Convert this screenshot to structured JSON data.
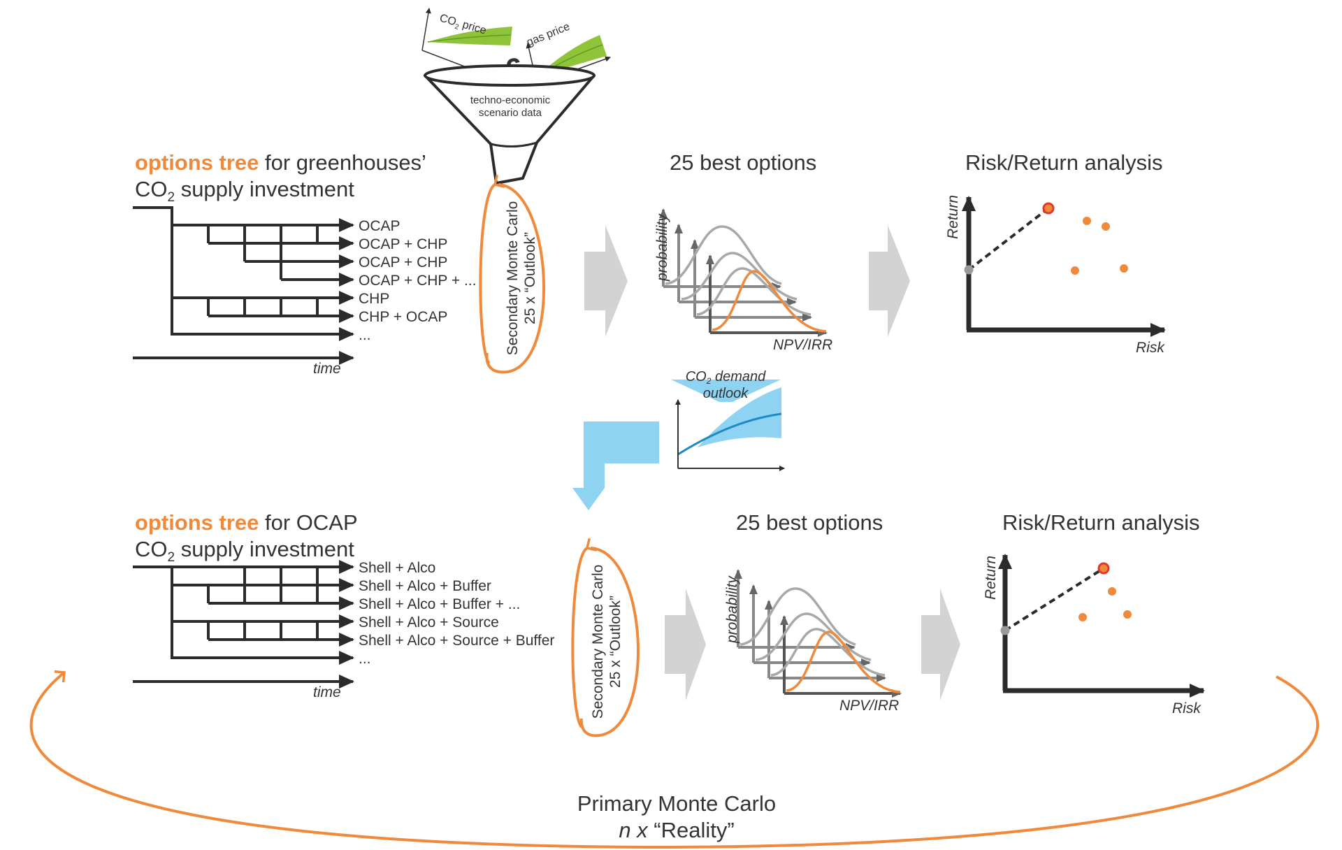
{
  "funnel": {
    "co2_price": "CO",
    "co2_price_sub": "2",
    "co2_price_tail": " price",
    "gas_price": "gas price",
    "euro": "€",
    "label_line1": "techno-economic",
    "label_line2": "scenario data"
  },
  "top": {
    "tree_title_accent": "options tree",
    "tree_title_rest": " for greenhouses’",
    "tree_title_line2_a": "CO",
    "tree_title_line2_sub": "2",
    "tree_title_line2_b": " supply investment",
    "branches": [
      "OCAP",
      "OCAP + CHP",
      "OCAP + CHP",
      "OCAP + CHP + ...",
      "CHP",
      "CHP + OCAP",
      "..."
    ],
    "time_label": "time",
    "secondary_mc_line1": "Secondary Monte Carlo",
    "secondary_mc_line2": "25 x “Outlook”",
    "best_options_title": "25 best options",
    "probability_label": "probability",
    "npv_label": "NPV/IRR",
    "risk_return_title": "Risk/Return analysis",
    "return_label": "Return",
    "risk_label": "Risk"
  },
  "demand": {
    "line1_a": "CO",
    "line1_sub": "2",
    "line1_b": " demand",
    "line2": "outlook"
  },
  "bottom": {
    "tree_title_accent": "options tree",
    "tree_title_rest": " for OCAP",
    "tree_title_line2_a": "CO",
    "tree_title_line2_sub": "2",
    "tree_title_line2_b": " supply investment",
    "branches": [
      "Shell + Alco",
      "Shell + Alco + Buffer",
      "Shell + Alco + Buffer + ...",
      "Shell + Alco + Source",
      "Shell + Alco + Source + Buffer",
      "..."
    ],
    "time_label": "time",
    "secondary_mc_line1": "Secondary Monte Carlo",
    "secondary_mc_line2": "25 x “Outlook”",
    "best_options_title": "25 best options",
    "probability_label": "probability",
    "npv_label": "NPV/IRR",
    "risk_return_title": "Risk/Return analysis",
    "return_label": "Return",
    "risk_label": "Risk"
  },
  "primary": {
    "line1": "Primary Monte Carlo",
    "line2_italic": "n x",
    "line2_rest": " “Reality”"
  },
  "colors": {
    "accent_orange": "#ef8a3c",
    "dark": "#2b2b2b",
    "grey_arrow": "#d3d3d3",
    "light_blue": "#8fd3f3",
    "green": "#8fc43a",
    "red_point": "#e03a2c"
  }
}
